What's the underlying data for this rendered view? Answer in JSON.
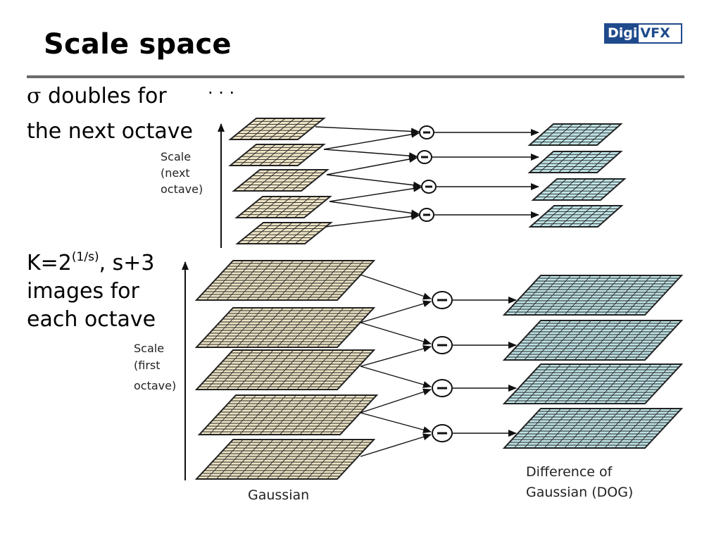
{
  "slide": {
    "title": "Scale space",
    "logo_left": "Digi",
    "logo_right": "VFX",
    "line_sigma": "σ",
    "line1_rest": " doubles for",
    "line2": "the next octave",
    "ellipsis": "· · ·",
    "k_part1": "K=2",
    "k_sup": "(1/s)",
    "k_part2": ", s+3",
    "line4": "images for",
    "line5": "each octave"
  },
  "diagram": {
    "scale_next": [
      "Scale",
      "(next",
      "octave)"
    ],
    "scale_first": [
      "Scale",
      "(first",
      "octave)"
    ],
    "gaussian_label": "Gaussian",
    "dog_label": [
      "Difference of",
      "Gaussian (DOG)"
    ],
    "minus_glyph": "−",
    "colors": {
      "gaussian_fill": "#efe5c6",
      "dog_fill": "#bfe3e6",
      "grid_line": "#222222"
    }
  }
}
